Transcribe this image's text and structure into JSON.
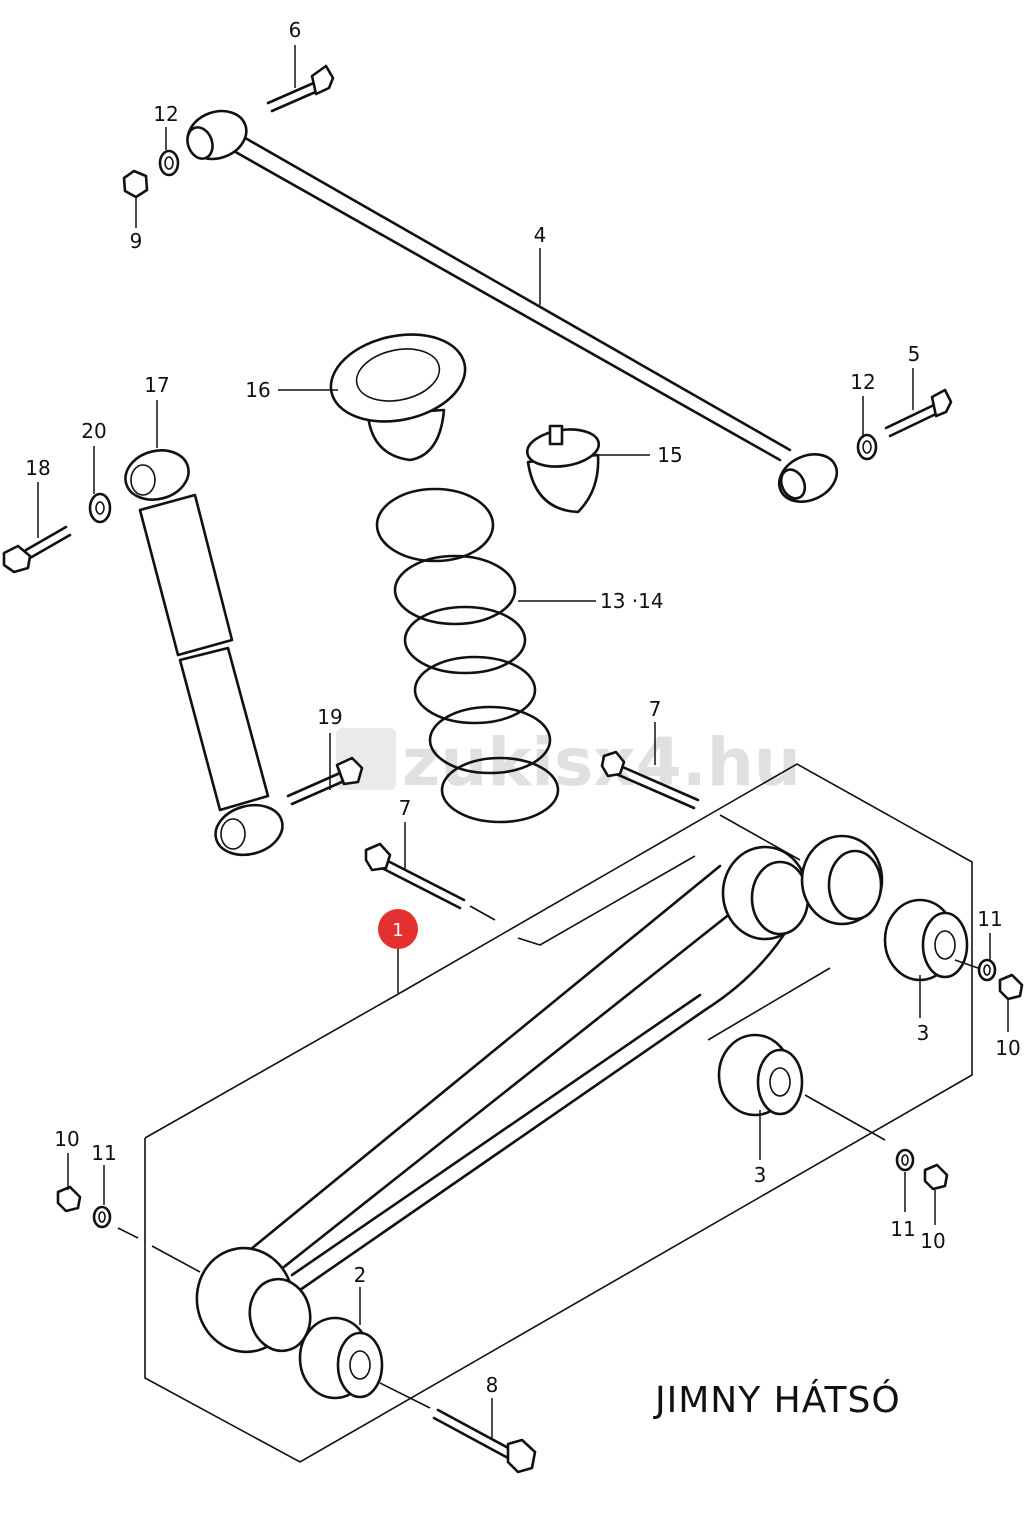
{
  "diagram": {
    "title": "JIMNY HÁTSÓ",
    "watermark": "zukisx4.hu",
    "highlight_color": "#e53030",
    "callouts": {
      "c1": "1",
      "c2": "2",
      "c3a": "3",
      "c3b": "3",
      "c4": "4",
      "c5": "5",
      "c6": "6",
      "c7a": "7",
      "c7b": "7",
      "c8": "8",
      "c9": "9",
      "c10a": "10",
      "c10b": "10",
      "c10c": "10",
      "c11a": "11",
      "c11b": "11",
      "c11c": "11",
      "c12a": "12",
      "c12b": "12",
      "c13": "13 ·14",
      "c15": "15",
      "c16": "16",
      "c17": "17",
      "c18": "18",
      "c19": "19",
      "c20": "20"
    }
  }
}
